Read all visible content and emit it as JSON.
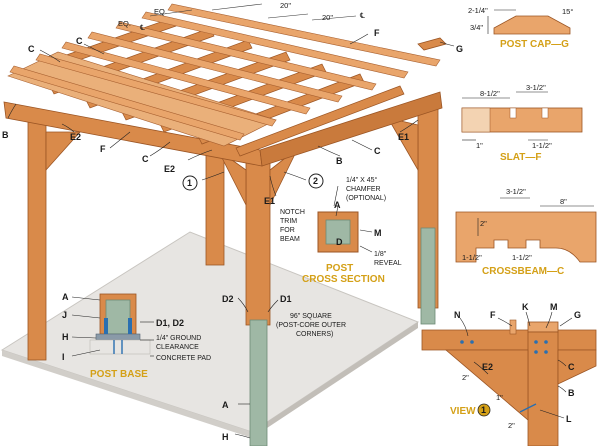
{
  "labels": {
    "eq1": "EQ.",
    "eq2": "EQ.",
    "d20a": "20\"",
    "d20b": "20\"",
    "cl1": "℄",
    "cl2": "℄",
    "a": "A",
    "b": "B",
    "c": "C",
    "d": "D",
    "e1": "E1",
    "e2": "E2",
    "f": "F",
    "g": "G",
    "h": "H",
    "i": "I",
    "j": "J",
    "k": "K",
    "l": "L",
    "m": "M",
    "n": "N",
    "d1": "D1",
    "d2": "D2",
    "d1d2": "D1, D2",
    "c1": "1",
    "c2": "2"
  },
  "notes": {
    "notch": [
      "NOTCH",
      "TRIM",
      "FOR",
      "BEAM"
    ],
    "chamfer": [
      "1/4\" X 45°",
      "CHAMFER",
      "(OPTIONAL)"
    ],
    "reveal": [
      "1/8\"",
      "REVEAL"
    ],
    "square": [
      "96\" SQUARE",
      "(POST-CORE OUTER",
      "CORNERS)"
    ],
    "ground": [
      "1/4\" GROUND",
      "CLEARANCE"
    ],
    "pad": "CONCRETE PAD"
  },
  "titles": {
    "post_cap": "POST CAP—G",
    "slat": "SLAT—F",
    "crossbeam": "CROSSBEAM—C",
    "post_cross": [
      "POST",
      "CROSS SECTION"
    ],
    "post_base": "POST BASE",
    "view1": "VIEW"
  },
  "dims": {
    "cap_w": "2-1/4\"",
    "cap_h": "3/4\"",
    "cap_angle": "15°",
    "slat_a": "8-1/2\"",
    "slat_b": "3-1/2\"",
    "slat_c": "1\"",
    "slat_d": "1-1/2\"",
    "cb_a": "3-1/2\"",
    "cb_b": "8\"",
    "cb_c": "2\"",
    "cb_d": "1-1/2\"",
    "cb_e": "1-1/2\"",
    "v_a": "2\"",
    "v_b": "1\"",
    "v_c": "2\""
  },
  "colors": {
    "wood": "#d98a4a",
    "wood_dark": "#b8682e",
    "wood_light": "#eab07a",
    "post_core": "#9fb8a5",
    "pad": "#e7e5e2",
    "accent": "#d4a017",
    "callout_blue": "#2a6fb0"
  }
}
